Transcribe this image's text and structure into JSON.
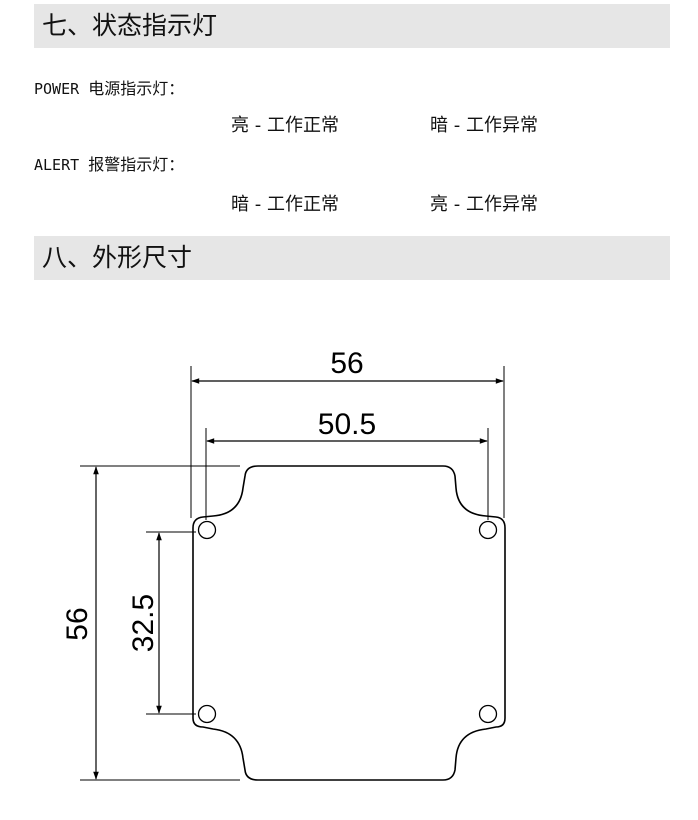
{
  "section7": {
    "title": "七、状态指示灯"
  },
  "power": {
    "label_en": "POWER",
    "label_zh": "电源指示灯",
    "colon": "：",
    "state_on": "亮 - 工作正常",
    "state_off": "暗 - 工作异常"
  },
  "alert": {
    "label_en": "ALERT",
    "label_zh": "报警指示灯",
    "colon": "：",
    "state_on": "暗 - 工作正常",
    "state_off": "亮 - 工作异常"
  },
  "section8": {
    "title": "八、外形尺寸"
  },
  "drawing": {
    "dim_overall_width": "56",
    "dim_hole_spacing_width": "50.5",
    "dim_overall_height": "56",
    "dim_hole_spacing_height": "32.5"
  }
}
